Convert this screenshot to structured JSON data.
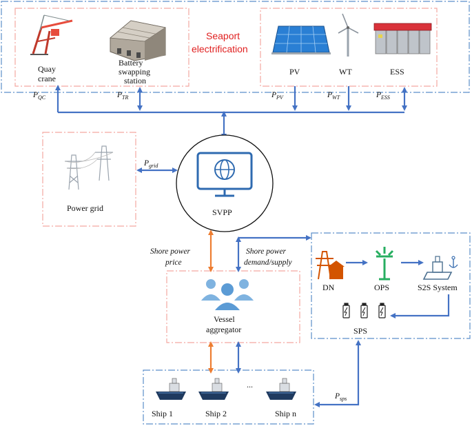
{
  "seaport": {
    "title_line1": "Seaport",
    "title_line2": "electrification",
    "quay_crane_line1": "Quay",
    "quay_crane_line2": "crane",
    "battery_line1": "Battery",
    "battery_line2": "swapping",
    "battery_line3": "station",
    "pv": "PV",
    "wt": "WT",
    "ess": "ESS"
  },
  "flows": {
    "p_qc": "P",
    "p_qc_sub": "QC",
    "p_tr": "P",
    "p_tr_sub": "TR",
    "p_pv": "P",
    "p_pv_sub": "PV",
    "p_wt": "P",
    "p_wt_sub": "WT",
    "p_ess": "P",
    "p_ess_sub": "ESS",
    "p_grid": "P",
    "p_grid_sub": "grid",
    "p_sps": "P",
    "p_sps_sub": "sps"
  },
  "nodes": {
    "svpp": "SVPP",
    "power_grid": "Power grid",
    "vessel_line1": "Vessel",
    "vessel_line2": "aggregator",
    "dn": "DN",
    "ops": "OPS",
    "s2s": "S2S System",
    "sps": "SPS"
  },
  "links": {
    "price_line1": "Shore power",
    "price_line2": "price",
    "demand_line1": "Shore power",
    "demand_line2": "demand/supply"
  },
  "ships": {
    "ship1": "Ship 1",
    "ship2": "Ship 2",
    "ellipsis": "...",
    "shipn": "Ship n"
  },
  "colors": {
    "blue_arrow": "#4472c4",
    "orange_arrow": "#ed7d31",
    "box_red_dash": "#f4a8a0",
    "box_blue_dash": "#5b8ec9",
    "red_title": "#e02020"
  }
}
